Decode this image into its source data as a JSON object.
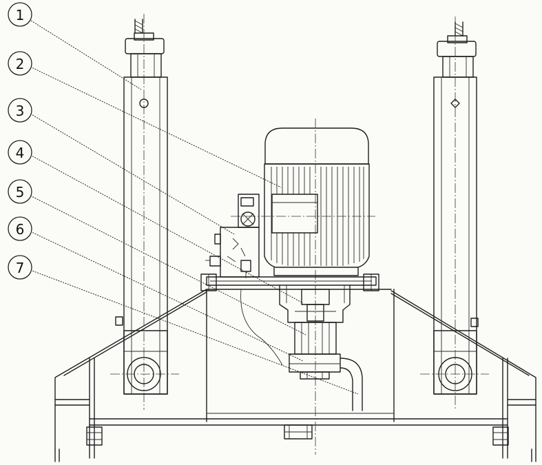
{
  "callouts": [
    {
      "id": "1",
      "label": "1"
    },
    {
      "id": "2",
      "label": "2"
    },
    {
      "id": "3",
      "label": "3"
    },
    {
      "id": "4",
      "label": "4"
    },
    {
      "id": "5",
      "label": "5"
    },
    {
      "id": "6",
      "label": "6"
    },
    {
      "id": "7",
      "label": "7"
    }
  ],
  "colors": {
    "ink": "#1e1e1e",
    "paper": "#fbfbf8"
  }
}
